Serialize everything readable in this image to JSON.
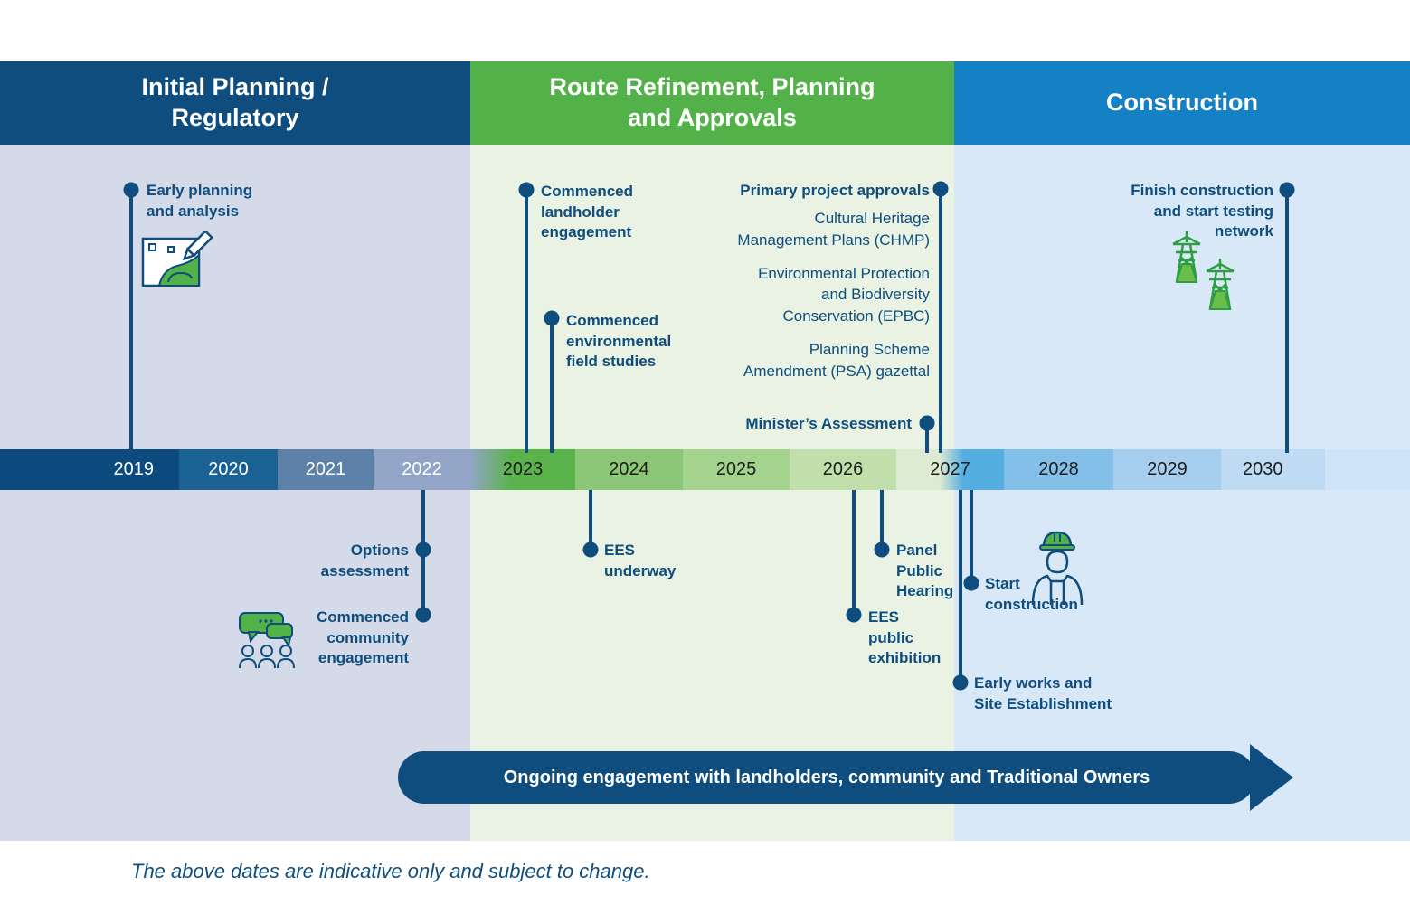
{
  "phase_headers": [
    {
      "label": "Initial Planning /\nRegulatory"
    },
    {
      "label": "Route Refinement, Planning\nand Approvals"
    },
    {
      "label": "Construction"
    }
  ],
  "timeline_years": [
    "2019",
    "2020",
    "2021",
    "2022",
    "2023",
    "2024",
    "2025",
    "2026",
    "2027",
    "2028",
    "2029",
    "2030"
  ],
  "milestones": {
    "early_planning": {
      "label": "Early planning\nand analysis",
      "year": 2019,
      "side": "above"
    },
    "landholder": {
      "label": "Commenced\nlandholder\nengagement",
      "year": 2023,
      "side": "above"
    },
    "env_field": {
      "label": "Commenced\nenvironmental\nfield studies",
      "year": 2023,
      "side": "above"
    },
    "approvals_title": "Primary project approvals",
    "approvals_items": [
      "Cultural Heritage\nManagement Plans (CHMP)",
      "Environmental Protection\nand Biodiversity\nConservation (EPBC)",
      "Planning Scheme\nAmendment (PSA) gazettal"
    ],
    "ministers": {
      "label": "Minister’s Assessment",
      "year": 2027,
      "side": "above"
    },
    "finish_construction": {
      "label": "Finish construction\nand start testing\nnetwork",
      "year": 2030,
      "side": "above"
    },
    "options": {
      "label": "Options\nassessment",
      "year": 2022,
      "side": "below"
    },
    "community": {
      "label": "Commenced\ncommunity\nengagement",
      "year": 2022,
      "side": "below"
    },
    "ees_underway": {
      "label": "EES\nunderway",
      "year": 2024,
      "side": "below"
    },
    "ees_exhibition": {
      "label": "EES\npublic\nexhibition",
      "year": 2026,
      "side": "below"
    },
    "panel_hearing": {
      "label": "Panel\nPublic\nHearing",
      "year": 2026,
      "side": "below"
    },
    "start_construction": {
      "label": "Start\nconstruction",
      "year": 2027,
      "side": "below"
    },
    "early_works": {
      "label": "Early works and\nSite Establishment",
      "year": 2027,
      "side": "below"
    }
  },
  "banner": {
    "label": "Ongoing engagement with landholders, community and Traditional Owners"
  },
  "footnote": "The above dates are indicative only and subject to change.",
  "icons": [
    "map-pencil-icon",
    "community-engagement-icon",
    "transmission-tower-icon",
    "construction-worker-icon"
  ],
  "colors": {
    "navy": "#0e4d7e",
    "phase_green": "#53b14a",
    "phase_blue": "#1581c5",
    "accent_green": "#52b147",
    "col_planning_bg": "#d5dae8",
    "col_route_bg": "#e9f2e3",
    "col_construction_bg": "#d8e8f7",
    "year_2019": "#0d4a7d",
    "year_2020": "#1b6294",
    "year_2021": "#5d81a8",
    "year_2022": "#93a5c6",
    "year_2023": "#5bb34b",
    "year_2024": "#8cc778",
    "year_2025": "#a3d38d",
    "year_2026": "#c0dfab",
    "year_2027_green": "#dcebd1",
    "year_2027_blue": "#55aee2",
    "year_2028": "#83c0e9",
    "year_2029": "#a6cfef",
    "year_2030": "#bfdbf4",
    "axis_tail": "#cfe4f8"
  }
}
